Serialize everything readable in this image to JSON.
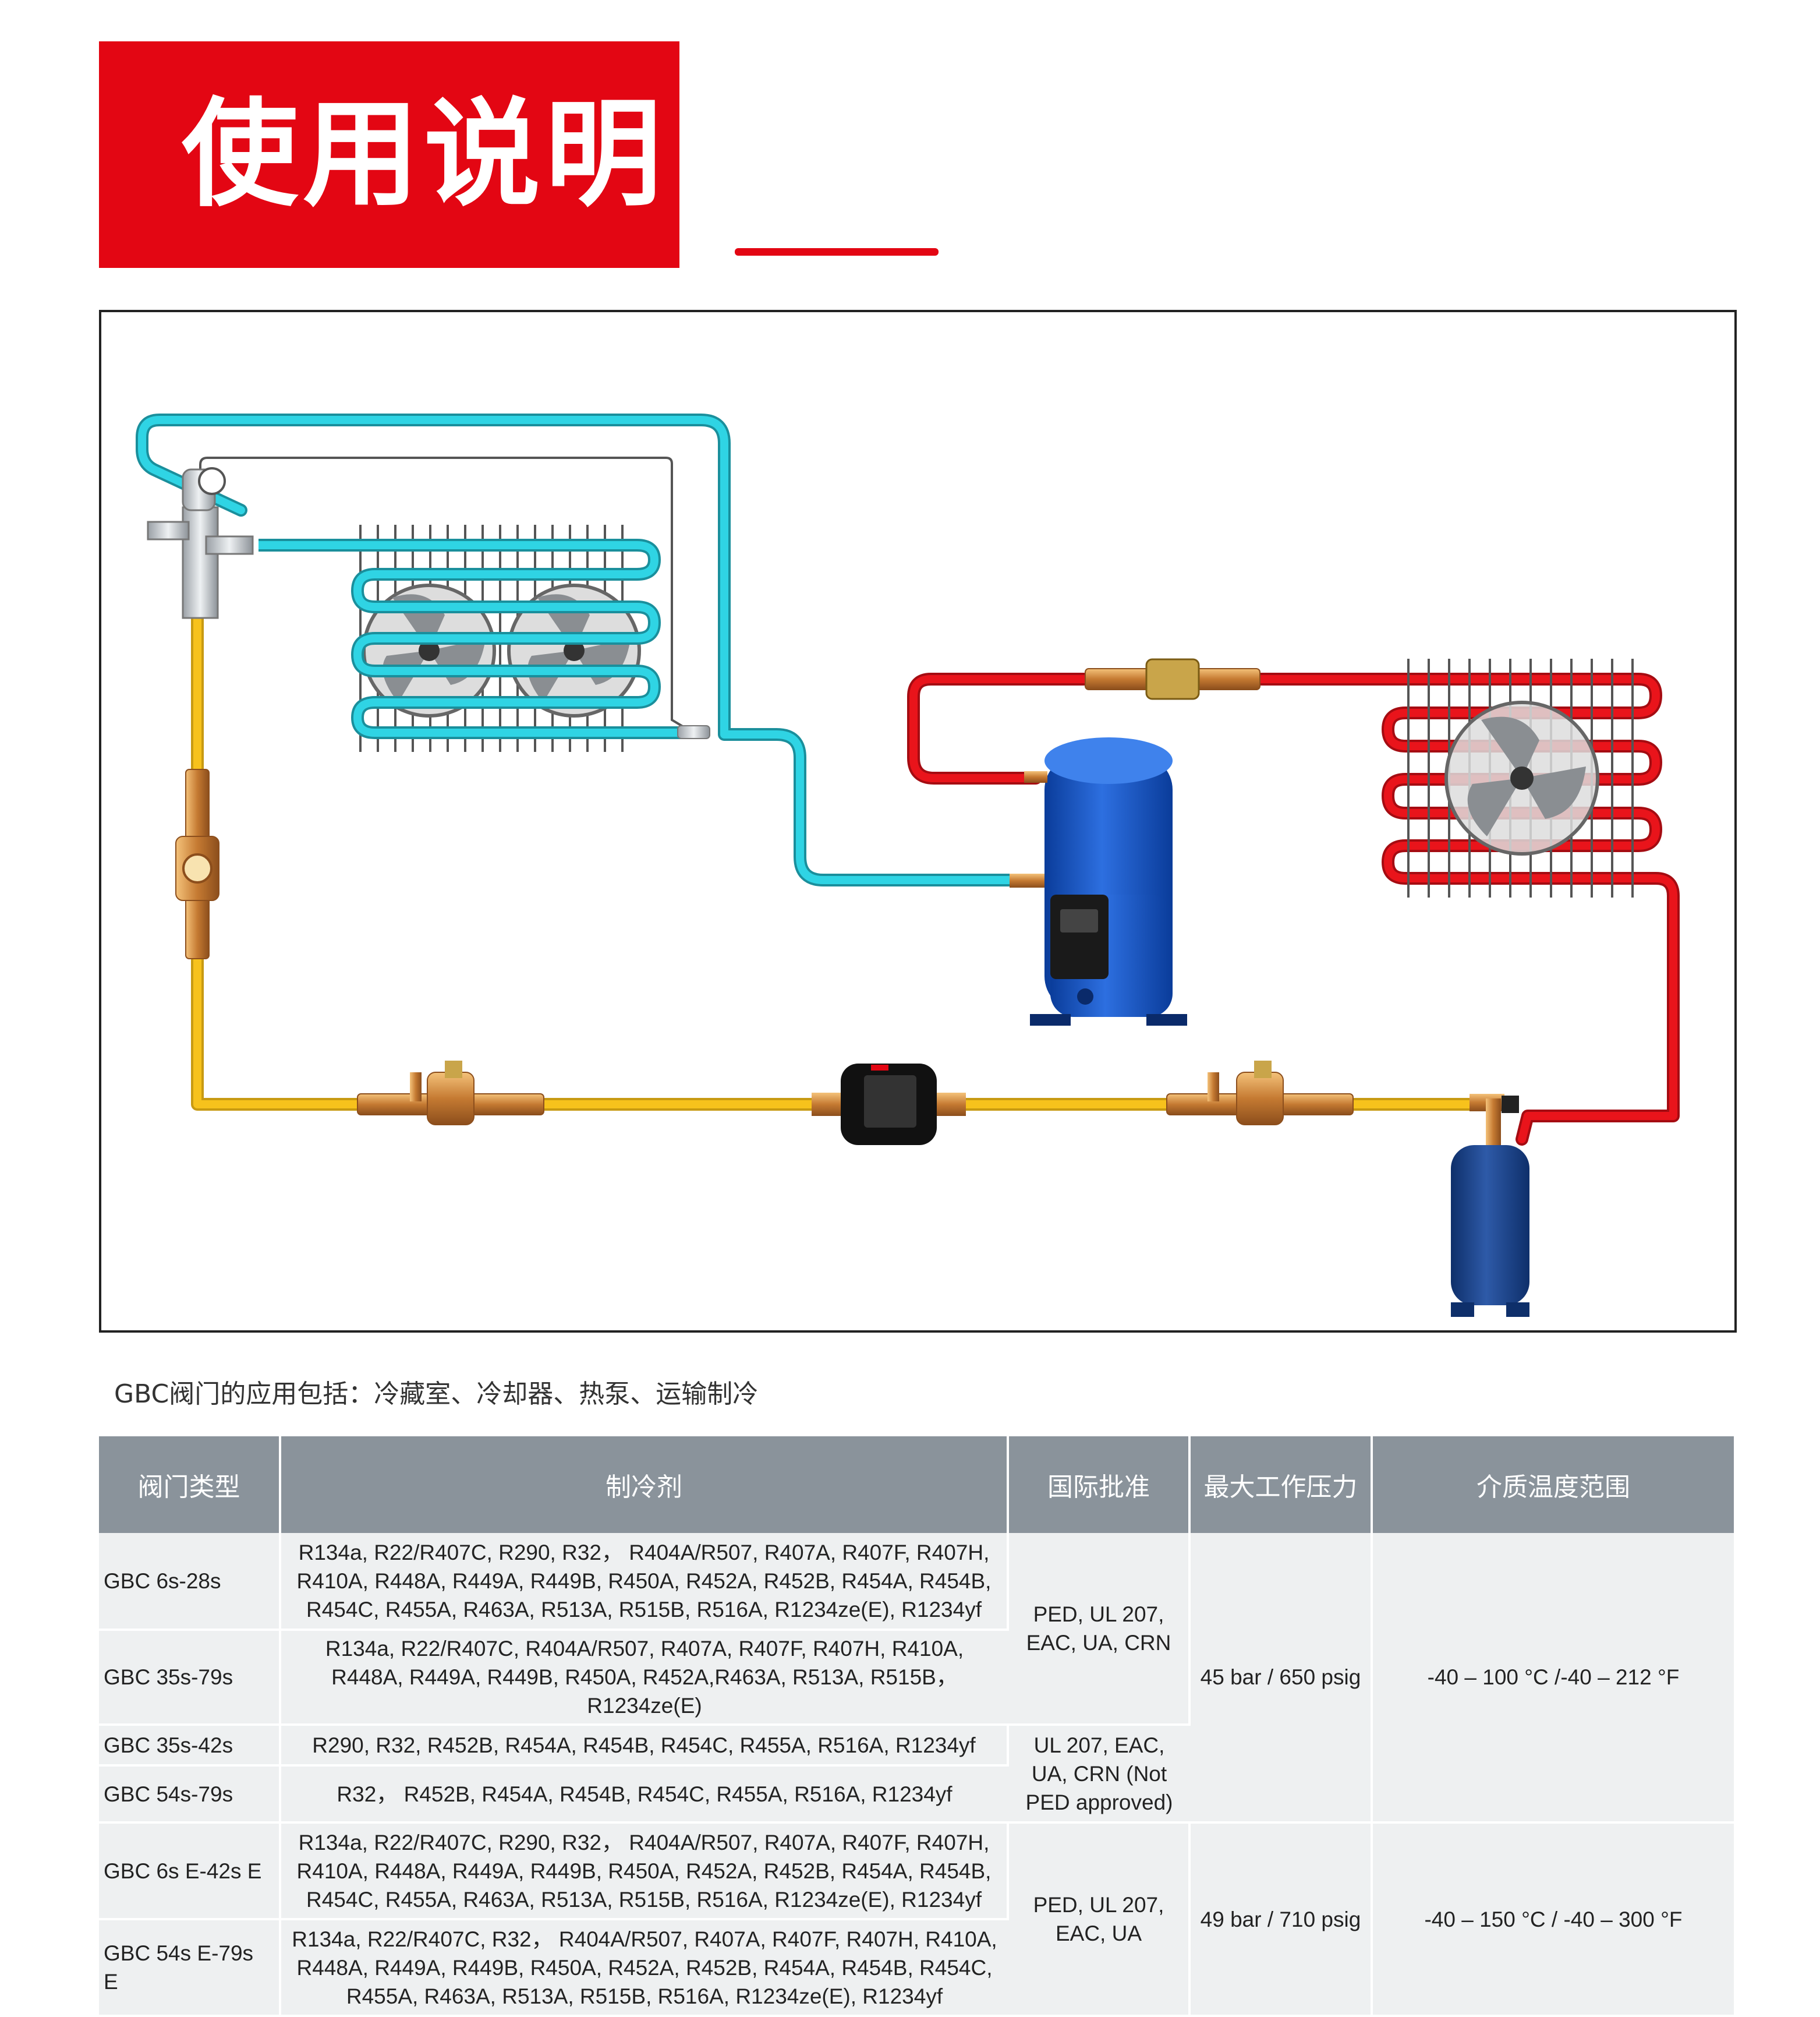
{
  "header": {
    "title": "使用说明"
  },
  "colors": {
    "accent": "#e30613",
    "suction_line": "#2fd4e4",
    "discharge_line": "#e9141b",
    "liquid_line": "#f7c21c",
    "header_bg": "#8a939b",
    "row_bg": "#eef0f1"
  },
  "diagram": {
    "components": [
      "expansion-valve-icon",
      "evaporator-icon",
      "compressor-icon",
      "condenser-icon",
      "receiver-icon",
      "filter-drier-icon",
      "ball-valve-icon",
      "sight-glass-icon"
    ]
  },
  "application": {
    "text": "GBC阀门的应用包括：冷藏室、冷却器、热泵、运输制冷"
  },
  "table": {
    "headers": [
      "阀门类型",
      "制冷剂",
      "国际批准",
      "最大工作压力",
      "介质温度范围"
    ],
    "rows": [
      {
        "type": "GBC 6s-28s",
        "refrigerant": "R134a, R22/R407C, R290, R32， R404A/R507, R407A, R407F, R407H, R410A, R448A, R449A, R449B, R450A, R452A, R452B, R454A, R454B, R454C, R455A, R463A, R513A, R515B, R516A, R1234ze(E), R1234yf"
      },
      {
        "type": "GBC 35s-79s",
        "refrigerant": "R134a, R22/R407C, R404A/R507, R407A, R407F, R407H, R410A, R448A, R449A, R449B, R450A, R452A,R463A, R513A, R515B，R1234ze(E)"
      },
      {
        "type": "GBC 35s-42s",
        "refrigerant": "R290, R32, R452B, R454A, R454B, R454C, R455A, R516A, R1234yf"
      },
      {
        "type": "GBC 54s-79s",
        "refrigerant": "R32， R452B, R454A, R454B, R454C, R455A, R516A, R1234yf"
      },
      {
        "type": "GBC 6s E-42s E",
        "refrigerant": "R134a, R22/R407C, R290, R32， R404A/R507, R407A, R407F, R407H, R410A, R448A, R449A, R449B, R450A, R452A, R452B, R454A, R454B, R454C, R455A, R463A, R513A, R515B, R516A, R1234ze(E), R1234yf"
      },
      {
        "type": "GBC 54s E-79s E",
        "refrigerant": "R134a, R22/R407C, R32， R404A/R507, R407A, R407F, R407H, R410A, R448A, R449A, R449B, R450A, R452A, R452B, R454A, R454B, R454C, R455A, R463A, R513A, R515B, R516A, R1234ze(E), R1234yf"
      }
    ],
    "approvals": {
      "group1": "PED, UL 207, EAC, UA, CRN",
      "group2": "UL 207, EAC, UA, CRN (Not PED approved)",
      "group3": "PED, UL 207, EAC, UA"
    },
    "pressure": {
      "group_a": "45 bar / 650 psig",
      "group_b": "49 bar / 710 psig"
    },
    "temperature": {
      "group_a": "-40 – 100 °C /-40 – 212 °F",
      "group_b": "-40 – 150 °C / -40 – 300 °F"
    }
  }
}
